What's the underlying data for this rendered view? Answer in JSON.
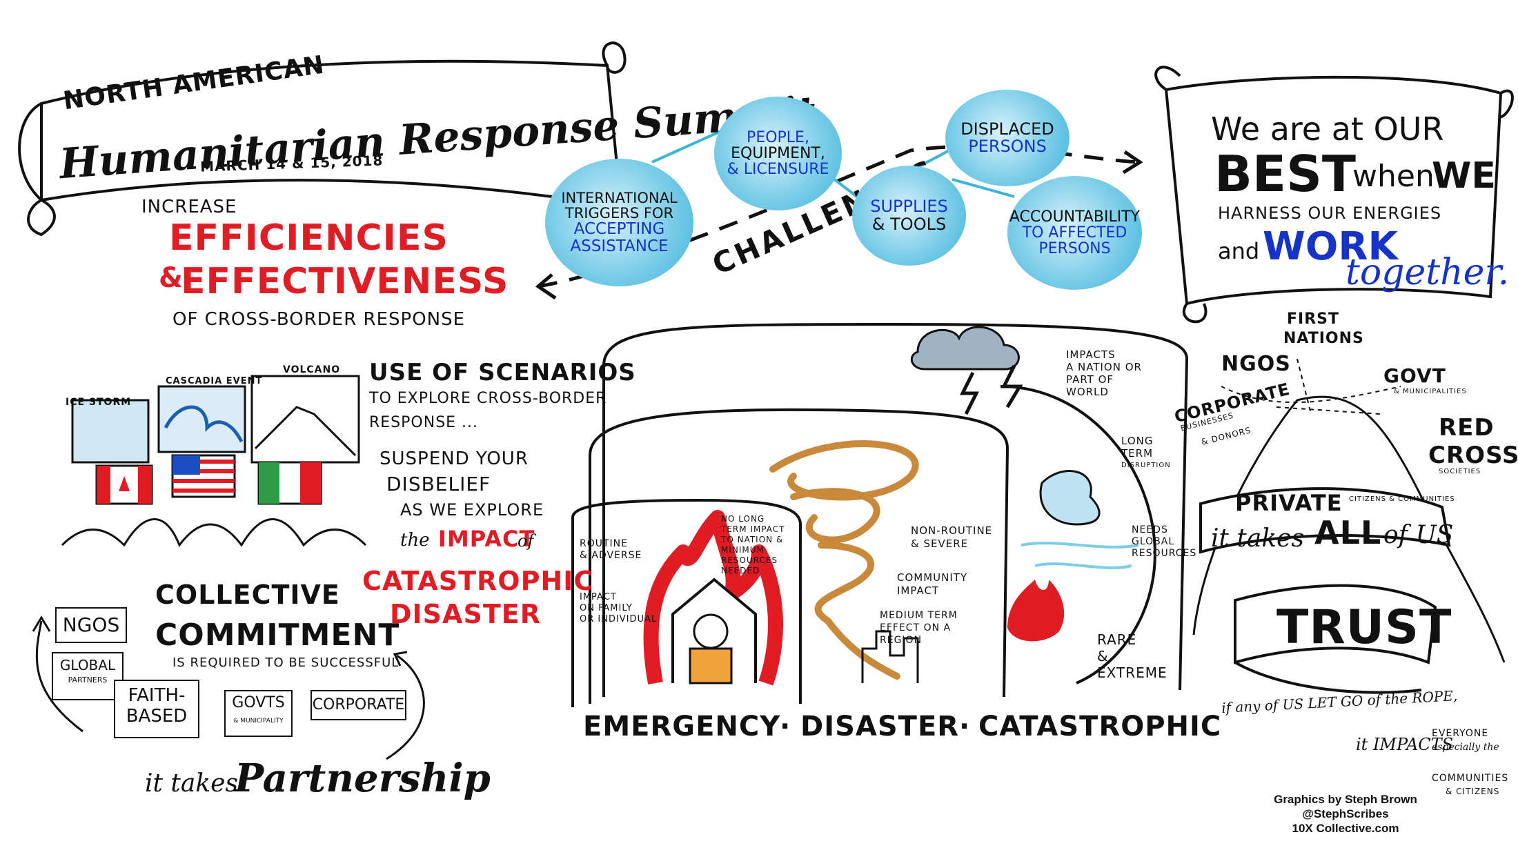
{
  "title": {
    "line1": "NORTH AMERICAN",
    "line2": "Humanitarian Response Summit",
    "date": "MARCH 14 & 15, 2018"
  },
  "goal": {
    "increase": "INCREASE",
    "efficiencies": "EFFICIENCIES",
    "amp": "&",
    "effectiveness": "EFFECTIVENESS",
    "of_response": "of CROSS-BORDER RESPONSE"
  },
  "challenges": {
    "label": "CHALLENGES",
    "bubbles": [
      {
        "l1": "INTERNATIONAL",
        "l2": "TRIGGERS for",
        "l3": "ACCEPTING",
        "l4": "ASSISTANCE"
      },
      {
        "l1": "PEOPLE,",
        "l2": "EQUIPMENT,",
        "l3": "& LICENSURE"
      },
      {
        "l1": "SUPPLIES",
        "l2": "& TOOLS"
      },
      {
        "l1": "DISPLACED",
        "l2": "PERSONS"
      },
      {
        "l1": "ACCOUNTABILITY",
        "l2": "to AFFECTED",
        "l3": "PERSONS"
      }
    ]
  },
  "quote": {
    "l1": "We are at OUR",
    "best": "BEST",
    "when": "when",
    "we": "WE",
    "harness": "HARNESS OUR ENERGIES",
    "and": "and",
    "work": "WORK",
    "together": "together."
  },
  "scenarios": {
    "ice_storm": "ICE STORM",
    "cascadia": "CASCADIA EVENT",
    "volcano": "VOLCANO",
    "use_of": "USE of SCENARIOS",
    "explore": "to EXPLORE CROSS-BORDER",
    "response": "RESPONSE ...",
    "suspend": "SUSPEND YOUR",
    "disbelief": "DISBELIEF",
    "as_we": "as WE EXPLORE",
    "the": "the",
    "impact": "IMPACT",
    "of": "of",
    "catastrophic": "CATASTROPHIC",
    "disaster": "DISASTER"
  },
  "partnership": {
    "collective": "COLLECTIVE",
    "commitment": "COMMITMENT",
    "required": "is REQUIRED to be SUCCESSFUL",
    "ngos": "NGOs",
    "global": "GLOBAL",
    "partners": "PARTNERS",
    "faith": "FAITH-",
    "based": "BASED",
    "govts": "GOVTs",
    "municipality": "& MUNICIPALITY",
    "corporate": "CORPORATE",
    "it_takes": "it takes",
    "word": "Partnership"
  },
  "scale": {
    "emergency": "EMERGENCY",
    "disaster": "DISASTER",
    "catastrophic": "CATASTROPHIC",
    "dot": "·",
    "e1": "ROUTINE",
    "e2": "& ADVERSE",
    "e3": "IMPACT",
    "e4": "ON FAMILY",
    "e5": "or INDIVIDUAL",
    "n1": "NO LONG",
    "n2": "TERM IMPACT",
    "n3": "TO NATION &",
    "n4": "MINIMUM",
    "n5": "RESOURCES",
    "n6": "NEEDED",
    "d1": "NON-ROUTINE",
    "d2": "& SEVERE",
    "d3": "COMMUNITY",
    "d4": "IMPACT",
    "d5": "MEDIUM TERM",
    "d6": "EFFECT on a",
    "d7": "REGION",
    "c1": "IMPACTS",
    "c2": "a NATION or",
    "c3": "PART of",
    "c4": "WORLD",
    "c5": "LONG",
    "c6": "TERM",
    "c7": "DISRUPTION",
    "c8": "NEEDS",
    "c9": "GLOBAL",
    "c10": "RESOURCES",
    "c11": "RARE",
    "c12": "&",
    "c13": "EXTREME"
  },
  "trust": {
    "first": "FIRST",
    "nations": "NATIONS",
    "ngos": "NGOs",
    "govt": "GOVT",
    "municipalities": "& MUNICIPALITIES",
    "corporate": "CORPORATE",
    "businesses": "BUSINESSES",
    "donors": "& DONORS",
    "red": "RED",
    "cross": "CROSS",
    "societies": "SOCIETIES",
    "private": "PRIVATE",
    "citizens": "CITIZENS & COMMUNITIES",
    "it_takes": "it takes",
    "all": "ALL",
    "of_us": "of US",
    "trust": "TRUST",
    "let_go": "if any of US LET GO of the ROPE,",
    "it_impacts": "it IMPACTS",
    "everyone": "EVERYONE",
    "especially": "especially the",
    "communities": "COMMUNITIES",
    "and_citizens": "& CITIZENS"
  },
  "credits": {
    "l1": "Graphics by Steph Brown",
    "l2": "@StephScribes",
    "l3": "10X Collective.com"
  },
  "colors": {
    "red": "#e01c24",
    "blue": "#1633c8",
    "bubble": "#5cc2e3",
    "flame": "#e01c24",
    "orange": "#e88a2a"
  }
}
